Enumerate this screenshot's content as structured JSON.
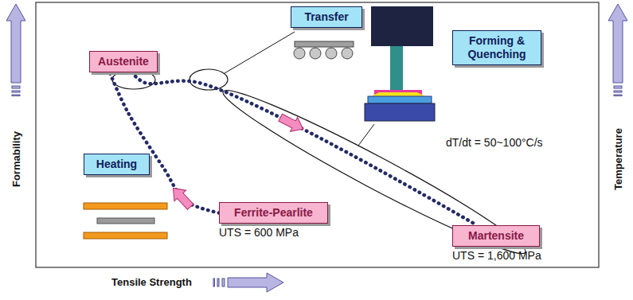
{
  "diagram": {
    "nodes": [
      {
        "text": [
          "Austenite"
        ]
      },
      {
        "text": [
          "Transfer"
        ]
      },
      {
        "text": [
          "Forming & Quenching"
        ]
      },
      {
        "text": [
          "Heating"
        ]
      },
      {
        "text": [
          "Ferrite-Pearlite",
          "UTS = 600 MPa"
        ]
      },
      {
        "text": [
          "Martensite",
          "UTS = 1,600 MPa"
        ]
      }
    ],
    "edges": [
      {
        "from": 4,
        "to": 0,
        "arrow": "to"
      },
      {
        "from": 0,
        "to": 5,
        "arrow": "to"
      }
    ],
    "labels": [
      "dT/dt = 50~100°C/s",
      "Formability",
      "Temperature",
      "Tensile Strength"
    ]
  }
}
